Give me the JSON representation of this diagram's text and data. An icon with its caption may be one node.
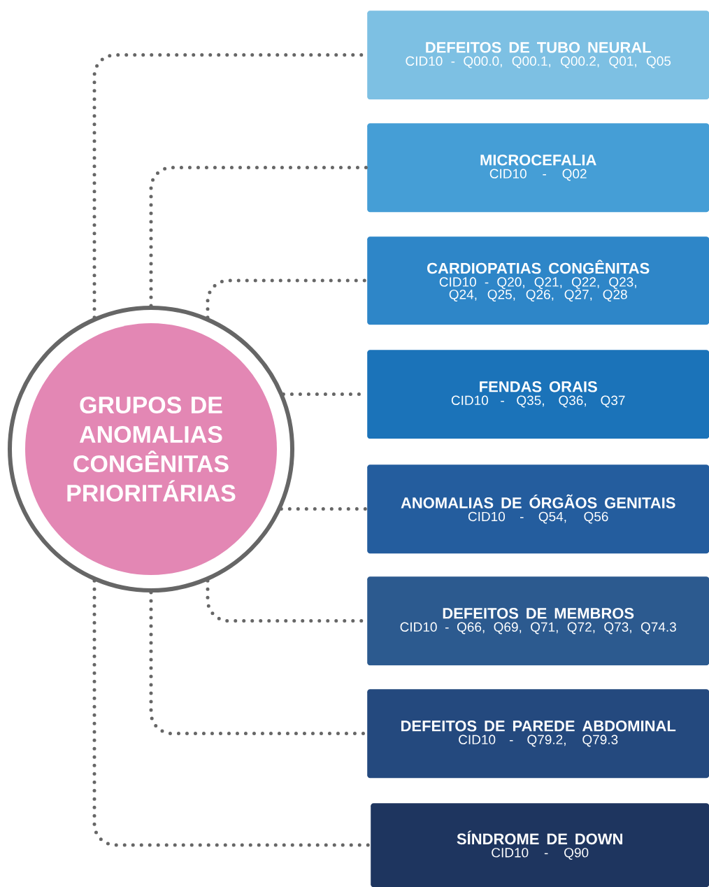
{
  "diagram": {
    "nodes": [
      {
        "text": [
          "GRUPOS DE ANOMALIAS CONGÊNITAS PRIORITÁRIAS"
        ]
      },
      {
        "text": [
          "DEFEITOS DE TUBO NEURAL",
          "CID10 - Q00.0, Q00.1, Q00.2, Q01, Q05"
        ]
      },
      {
        "text": [
          "MICROCEFALIA",
          "CID10 - Q02"
        ]
      },
      {
        "text": [
          "CARDIOPATIAS CONGÊNITAS",
          "CID10 - Q20, Q21, Q22, Q23, Q24, Q25, Q26, Q27, Q28"
        ]
      },
      {
        "text": [
          "FENDAS ORAIS",
          "CID10 - Q35, Q36, Q37"
        ]
      },
      {
        "text": [
          "ANOMALIAS DE ÓRGÃOS GENITAIS",
          "CID10 - Q54, Q56"
        ]
      },
      {
        "text": [
          "DEFEITOS DE MEMBROS",
          "CID10 - Q66, Q69, Q71, Q72, Q73, Q74.3"
        ]
      },
      {
        "text": [
          "DEFEITOS DE PAREDE ABDOMINAL",
          "CID10 - Q79.2, Q79.3"
        ]
      },
      {
        "text": [
          "SÍNDROME DE DOWN",
          "CID10 - Q90"
        ]
      }
    ],
    "edges": [
      {
        "from": 0,
        "to": 1,
        "arrow": "none"
      },
      {
        "from": 0,
        "to": 2,
        "arrow": "none"
      },
      {
        "from": 0,
        "to": 3,
        "arrow": "none"
      },
      {
        "from": 0,
        "to": 4,
        "arrow": "none"
      },
      {
        "from": 0,
        "to": 5,
        "arrow": "none"
      },
      {
        "from": 0,
        "to": 6,
        "arrow": "none"
      },
      {
        "from": 0,
        "to": 7,
        "arrow": "none"
      },
      {
        "from": 0,
        "to": 8,
        "arrow": "none"
      }
    ]
  }
}
